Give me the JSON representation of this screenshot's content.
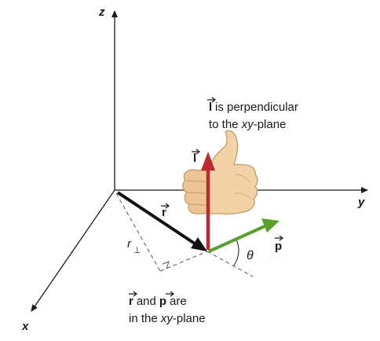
{
  "axes": {
    "z": "z",
    "y": "y",
    "x": "x"
  },
  "vectors": {
    "r": "r",
    "p": "p",
    "l": "l",
    "r_perp": "r",
    "perp_symbol": "⊥",
    "theta": "θ"
  },
  "caption_top": {
    "line1_vec": "l",
    "line1_text": "is perpendicular",
    "line2_prefix": "to the ",
    "line2_italic": "xy",
    "line2_suffix": "-plane"
  },
  "caption_bottom": {
    "line1_vec1": "r",
    "line1_mid": "and",
    "line1_vec2": "p",
    "line1_end": "are",
    "line2_prefix": "in the ",
    "line2_italic": "xy",
    "line2_suffix": "-plane"
  },
  "icons": {
    "hand": "thumbs-up-hand-icon"
  },
  "colors": {
    "axis": "#1a1a1a",
    "r_vector": "#111111",
    "p_vector": "#5aa02c",
    "l_vector": "#c0282e",
    "hand_skin": "#f2d2a6",
    "hand_outline": "#c89a66"
  }
}
